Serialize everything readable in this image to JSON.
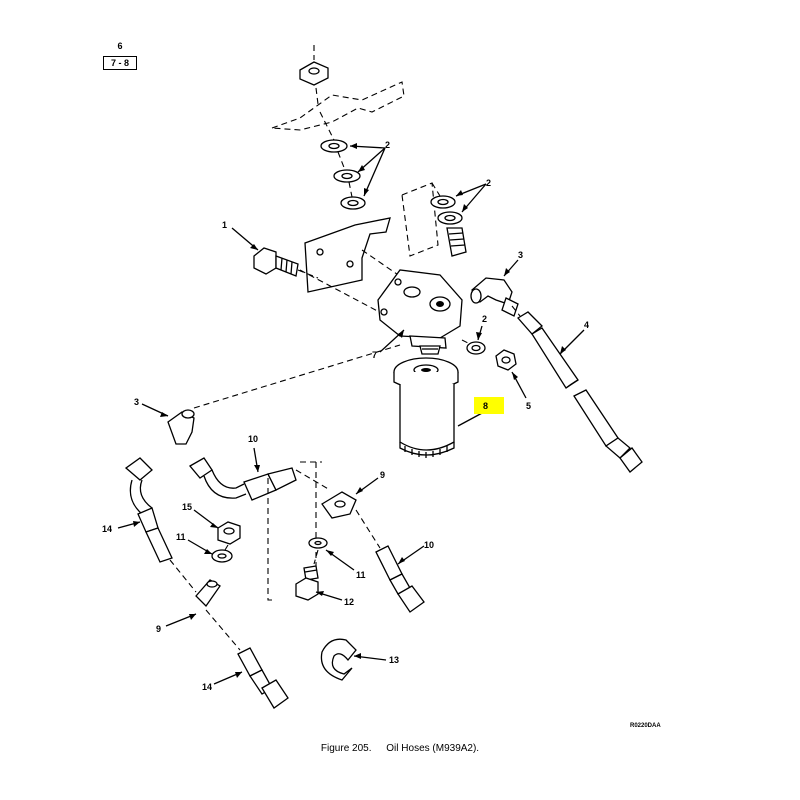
{
  "reference": {
    "top": "6",
    "bottom": "7 - 8"
  },
  "caption": {
    "figure_number": "Figure  205.",
    "title": "Oil Hoses (M939A2)."
  },
  "drawing_code": "R0220DAA",
  "callouts": {
    "c1": "1",
    "c2a": "2",
    "c2b": "2",
    "c2c": "2",
    "c3a": "3",
    "c3b": "3",
    "c4": "4",
    "c5": "5",
    "c7": "7",
    "c8": "8",
    "c9a": "9",
    "c9b": "9",
    "c10a": "10",
    "c10b": "10",
    "c11a": "11",
    "c11b": "11",
    "c12": "12",
    "c13": "13",
    "c14a": "14",
    "c14b": "14",
    "c15": "15"
  },
  "highlighted_callout": "8",
  "colors": {
    "highlight": "#ffff00",
    "ink": "#000000"
  }
}
